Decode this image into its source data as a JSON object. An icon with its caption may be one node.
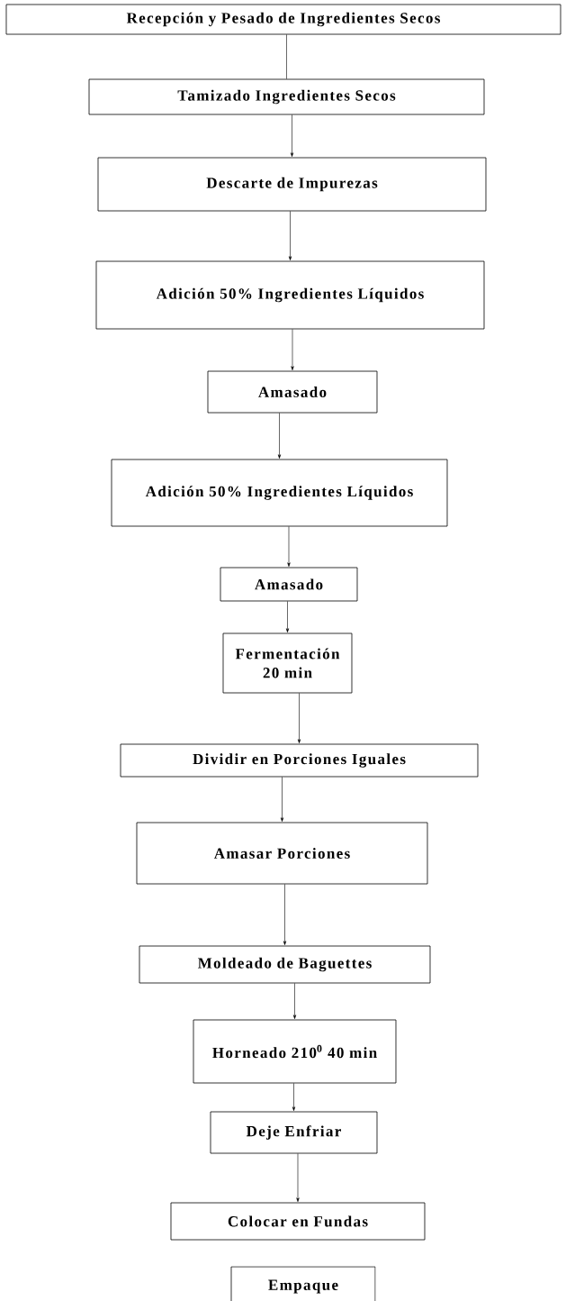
{
  "diagram": {
    "nodes": [
      {
        "text": [
          "Recepción y Pesado de Ingredientes Secos"
        ]
      },
      {
        "text": [
          "Tamizado Ingredientes Secos"
        ]
      },
      {
        "text": [
          "Descarte de Impurezas"
        ]
      },
      {
        "text": [
          "Adición 50% Ingredientes Líquidos"
        ]
      },
      {
        "text": [
          "Amasado"
        ]
      },
      {
        "text": [
          "Adición 50% Ingredientes Líquidos"
        ]
      },
      {
        "text": [
          "Amasado"
        ]
      },
      {
        "text": [
          "Fermentación 20 min"
        ]
      },
      {
        "text": [
          "Dividir en Porciones Iguales"
        ]
      },
      {
        "text": [
          "Amasar Porciones"
        ]
      },
      {
        "text": [
          "Moldeado de Baguettes"
        ]
      },
      {
        "text": [
          "Horneado 210$^{0}$ 40 min"
        ]
      },
      {
        "text": [
          "Deje Enfriar"
        ]
      },
      {
        "text": [
          "Colocar en Fundas"
        ]
      },
      {
        "text": [
          "Empaque"
        ]
      }
    ],
    "edges": [
      {
        "from": 0,
        "to": 1,
        "arrow": "none"
      },
      {
        "from": 1,
        "to": 2,
        "arrow": "to"
      },
      {
        "from": 2,
        "to": 3,
        "arrow": "to"
      },
      {
        "from": 3,
        "to": 4,
        "arrow": "to"
      },
      {
        "from": 4,
        "to": 5,
        "arrow": "to"
      },
      {
        "from": 5,
        "to": 6,
        "arrow": "to"
      },
      {
        "from": 6,
        "to": 7,
        "arrow": "to"
      },
      {
        "from": 7,
        "to": 8,
        "arrow": "to"
      },
      {
        "from": 8,
        "to": 9,
        "arrow": "to"
      },
      {
        "from": 9,
        "to": 10,
        "arrow": "to"
      },
      {
        "from": 10,
        "to": 11,
        "arrow": "to"
      },
      {
        "from": 11,
        "to": 12,
        "arrow": "to"
      },
      {
        "from": 12,
        "to": 13,
        "arrow": "to"
      }
    ]
  }
}
